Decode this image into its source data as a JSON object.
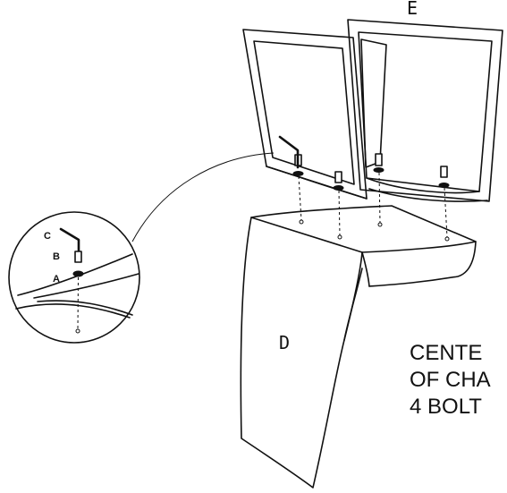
{
  "parts": {
    "back_label": "E",
    "seat_label": "D"
  },
  "detail": {
    "label_c": "C",
    "label_b": "B",
    "label_a": "A"
  },
  "instruction": {
    "line1": "CENTE",
    "line2": "OF CHA",
    "line3": "4 BOLT"
  }
}
